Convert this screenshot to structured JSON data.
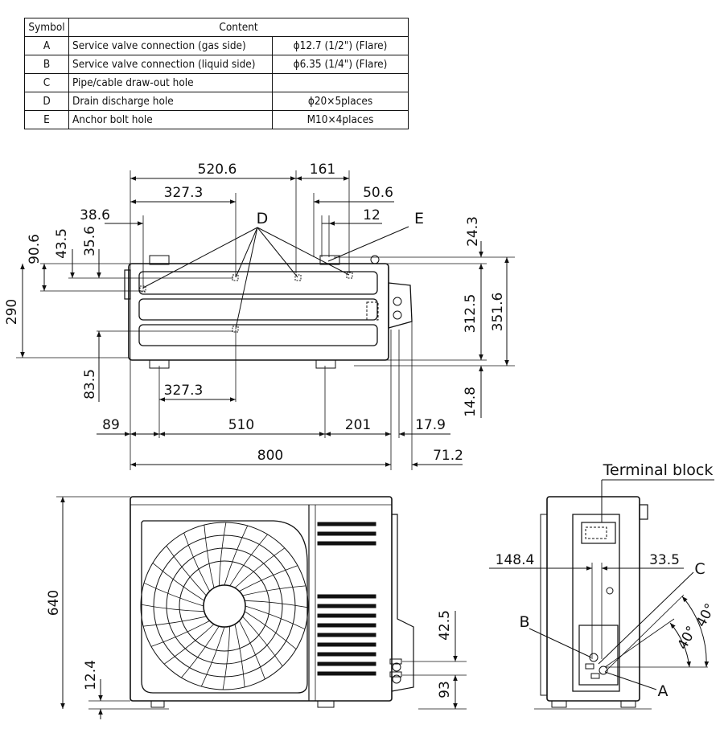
{
  "table": {
    "headers": [
      "Symbol",
      "Content"
    ],
    "rows": [
      {
        "symbol": "A",
        "content": "Service valve connection (gas side)",
        "size": "ϕ12.7 (1/2\") (Flare)"
      },
      {
        "symbol": "B",
        "content": "Service valve connection (liquid side)",
        "size": "ϕ6.35 (1/4\") (Flare)"
      },
      {
        "symbol": "C",
        "content": "Pipe/cable draw-out hole",
        "size": ""
      },
      {
        "symbol": "D",
        "content": "Drain discharge hole",
        "size": "ϕ20×5places"
      },
      {
        "symbol": "E",
        "content": "Anchor bolt hole",
        "size": "M10×4places"
      }
    ]
  },
  "top_view": {
    "dims": {
      "d520_6": "520.6",
      "d161": "161",
      "d327_3_top": "327.3",
      "d50_6": "50.6",
      "d38_6": "38.6",
      "d12": "12",
      "d90_6": "90.6",
      "d43_5": "43.5",
      "d35_6": "35.6",
      "d24_3": "24.3",
      "d290": "290",
      "d312_5": "312.5",
      "d351_6": "351.6",
      "d83_5": "83.5",
      "d327_3_bot": "327.3",
      "d14_8": "14.8",
      "d89": "89",
      "d510": "510",
      "d201": "201",
      "d17_9": "17.9",
      "d800": "800",
      "d71_2": "71.2"
    },
    "label_d": "D",
    "label_e": "E"
  },
  "front_view": {
    "dims": {
      "d640": "640",
      "d12_4": "12.4",
      "d42_5": "42.5",
      "d93": "93"
    }
  },
  "side_view": {
    "terminal_block": "Terminal block",
    "dims": {
      "d148_4": "148.4",
      "d33_5": "33.5",
      "angle_1": "40°",
      "angle_2": "40°"
    },
    "label_a": "A",
    "label_b": "B",
    "label_c": "C"
  }
}
